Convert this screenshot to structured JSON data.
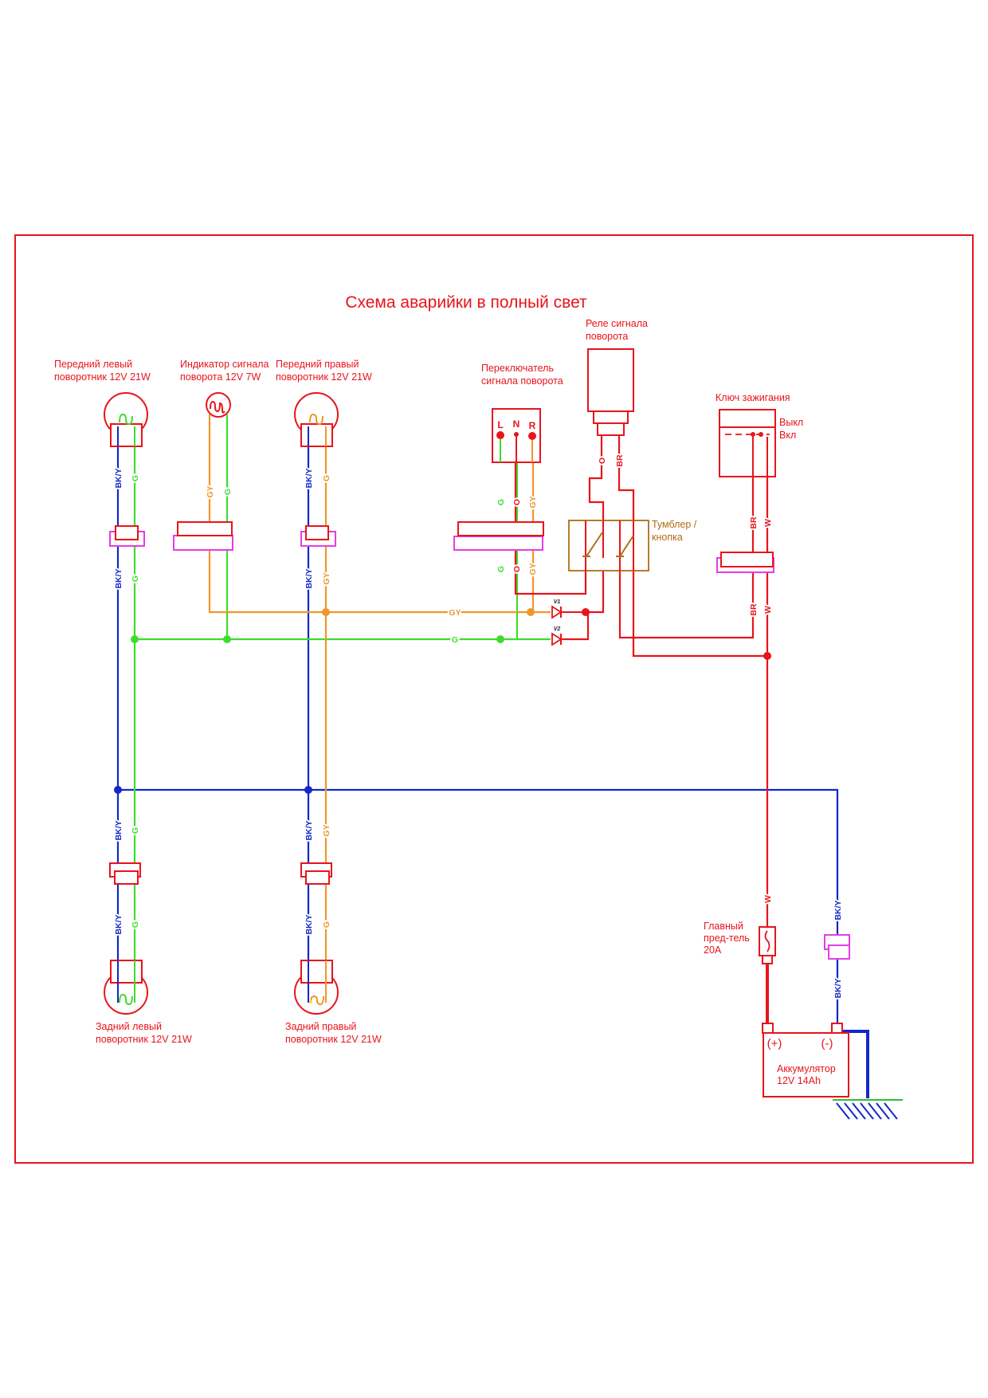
{
  "title": "Схема аварийки в полный свет",
  "colors": {
    "frame": "#e8141b",
    "wire_blue": "#1328c8",
    "wire_green": "#3fdc2e",
    "wire_orange": "#f0962a",
    "wire_red": "#e8141b",
    "connector": "#e63ce6",
    "switch_brown": "#b06b16",
    "ground_green": "#2fbf2f"
  },
  "components": {
    "front_left": {
      "line1": "Передний левый",
      "line2": "поворотник 12V 21W"
    },
    "indicator": {
      "line1": "Индикатор сигнала",
      "line2": "поворота 12V 7W"
    },
    "front_right": {
      "line1": "Передний правый",
      "line2": "поворотник 12V 21W"
    },
    "turn_switch": {
      "line1": "Переключатель",
      "line2": "сигнала поворота",
      "terminals": [
        "L",
        "N",
        "R"
      ]
    },
    "relay": {
      "line1": "Реле сигнала",
      "line2": "поворота"
    },
    "ignition": {
      "line1": "Ключ зажигания",
      "off": "Выкл",
      "on": "Вкл"
    },
    "hazard_switch": {
      "line1": "Тумблер /",
      "line2": "кнопка"
    },
    "rear_left": {
      "line1": "Задний левый",
      "line2": "поворотник 12V 21W"
    },
    "rear_right": {
      "line1": "Задний правый",
      "line2": "поворотник 12V 21W"
    },
    "fuse": {
      "line1": "Главный",
      "line2": "пред-тель",
      "line3": "20A"
    },
    "battery": {
      "plus": "(+)",
      "minus": "(-)",
      "line1": "Аккумулятор",
      "line2": "12V 14Ah"
    }
  },
  "diodes": {
    "v1": "V1",
    "v2": "V2"
  },
  "wire_labels": {
    "bky": "BK/Y",
    "g": "G",
    "gy": "GY",
    "o": "O",
    "br": "BR",
    "w": "W"
  }
}
